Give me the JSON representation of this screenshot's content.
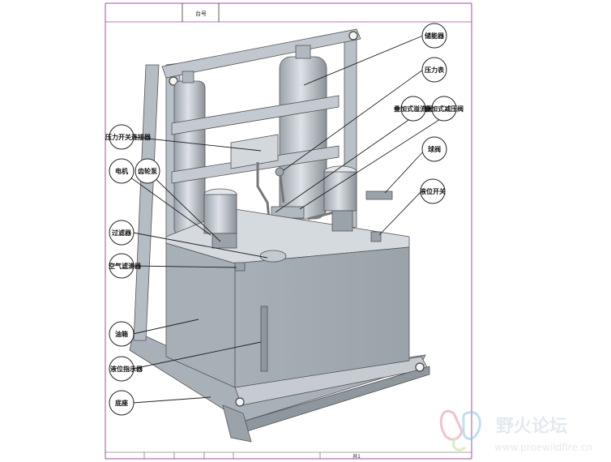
{
  "title_block": {
    "top_cell_text": "台号",
    "bottom_cell_text": "共1"
  },
  "callouts": [
    {
      "id": "accumulator",
      "label": "储能器"
    },
    {
      "id": "pressure-gauge",
      "label": "压力表"
    },
    {
      "id": "overflow-valve",
      "label": "叠加式溢流阀"
    },
    {
      "id": "reducing-valve",
      "label": "叠加式减压阀"
    },
    {
      "id": "ball-valve",
      "label": "球阀"
    },
    {
      "id": "level-switch",
      "label": "液位开关"
    },
    {
      "id": "pressure-switch-connector",
      "label": "压力开关连接器"
    },
    {
      "id": "motor",
      "label": "电机"
    },
    {
      "id": "gear-pump",
      "label": "齿轮泵"
    },
    {
      "id": "filter",
      "label": "过滤器"
    },
    {
      "id": "air-filter",
      "label": "空气滤清器"
    },
    {
      "id": "oil-tank",
      "label": "油箱"
    },
    {
      "id": "level-indicator",
      "label": "液位指示器"
    },
    {
      "id": "base",
      "label": "底座"
    }
  ],
  "watermark": {
    "name": "野火论坛",
    "url": "www.proewildfire.cn"
  },
  "colors": {
    "frame": "#a24da6",
    "metal": "#b4bcc4",
    "metal_dark": "#8e969e",
    "metal_light": "#d6dbe0",
    "line": "#3a3a3a"
  }
}
